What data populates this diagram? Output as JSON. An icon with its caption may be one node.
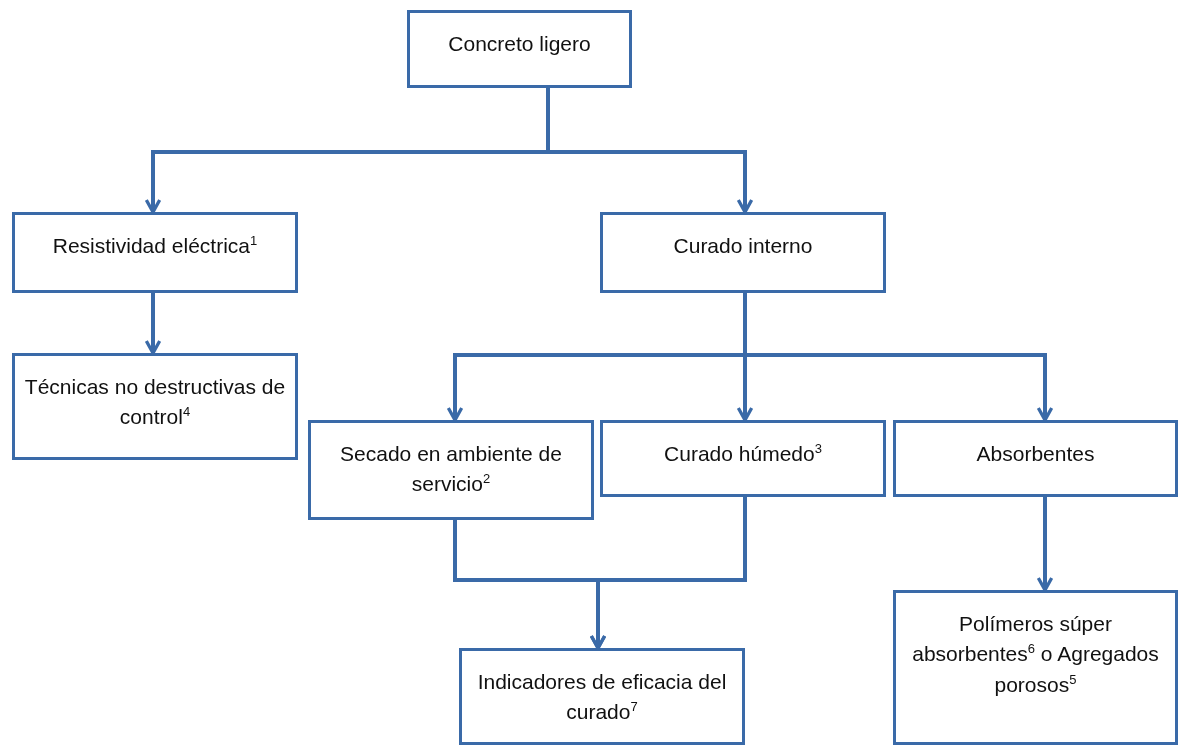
{
  "diagram": {
    "nodes": [
      {
        "text": [
          "Concreto ligero"
        ]
      },
      {
        "text": [
          "Resistividad eléctrica$^{1}$"
        ]
      },
      {
        "text": [
          "Curado interno"
        ]
      },
      {
        "text": [
          "Técnicas no destructivas de control$^{4}$"
        ]
      },
      {
        "text": [
          "Secado en ambiente de servicio$^{2}$"
        ]
      },
      {
        "text": [
          "Curado húmedo$^{3}$"
        ]
      },
      {
        "text": [
          "Absorbentes"
        ]
      },
      {
        "text": [
          "Indicadores de eficacia del curado$^{7}$"
        ]
      },
      {
        "text": [
          "Polímeros súper absorbentes$^{6}$ o Agregados porosos$^{5}$"
        ]
      }
    ],
    "edges": [
      {
        "from": 0,
        "to": 1,
        "arrow": "to"
      },
      {
        "from": 0,
        "to": 2,
        "arrow": "to"
      },
      {
        "from": 1,
        "to": 3,
        "arrow": "to"
      },
      {
        "from": 2,
        "to": 4,
        "arrow": "to"
      },
      {
        "from": 2,
        "to": 5,
        "arrow": "to"
      },
      {
        "from": 2,
        "to": 6,
        "arrow": "to"
      },
      {
        "from": 4,
        "to": 7,
        "arrow": "to"
      },
      {
        "from": 5,
        "to": 7,
        "arrow": "to"
      },
      {
        "from": 6,
        "to": 8,
        "arrow": "to"
      }
    ]
  }
}
